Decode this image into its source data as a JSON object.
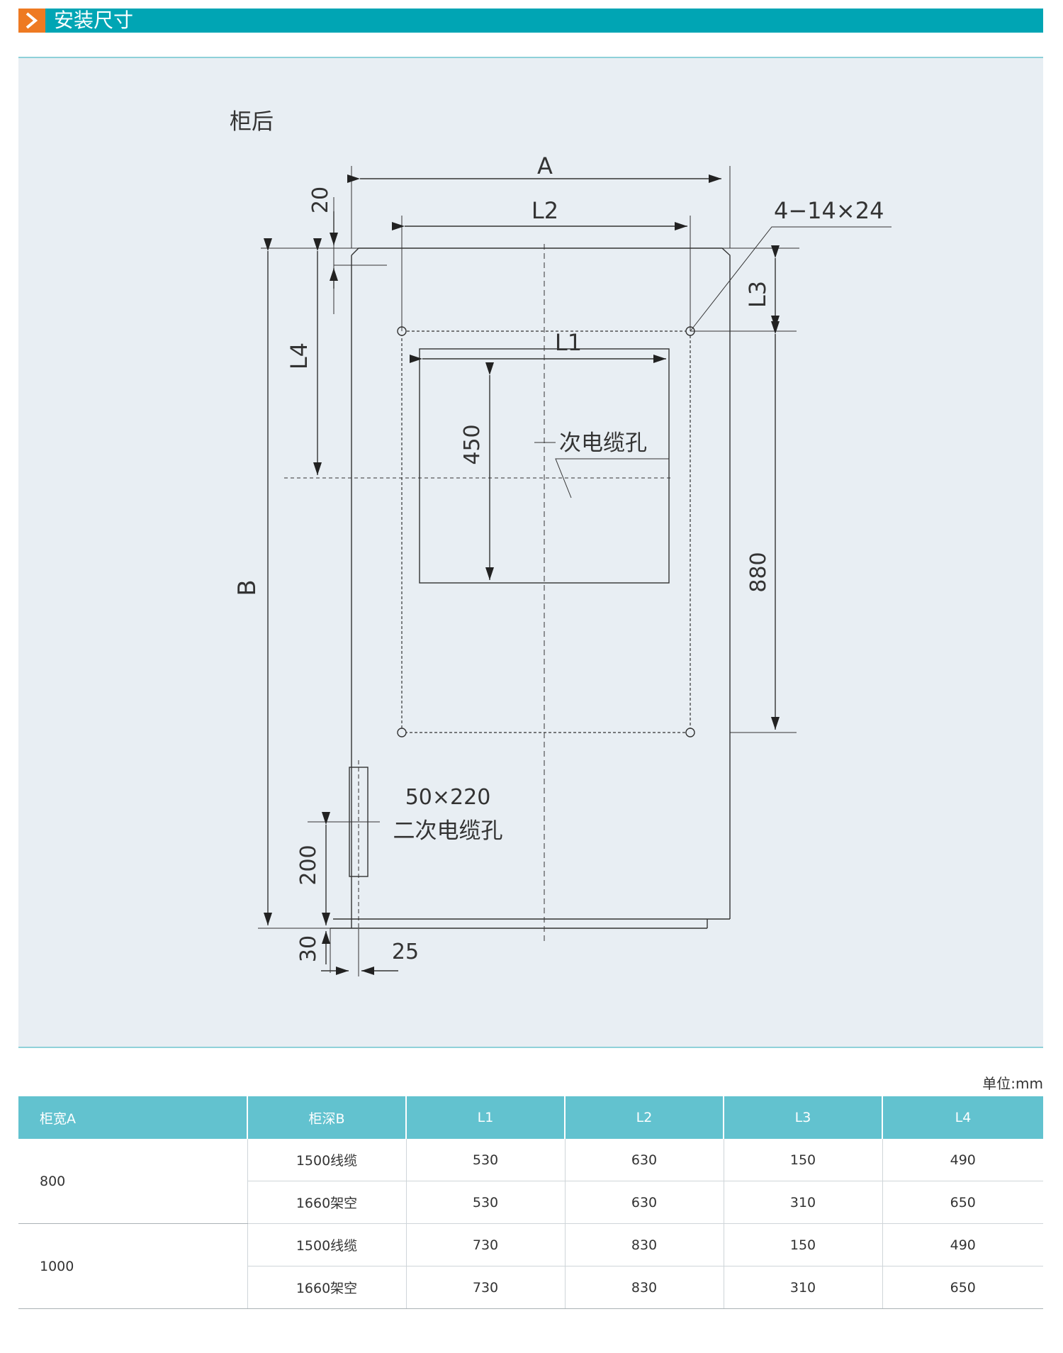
{
  "header": {
    "title": "安装尺寸",
    "icon": "chevron-right-icon",
    "accent": "#00a5b4",
    "icon_color": "#ee7a22"
  },
  "diagram": {
    "view_label": "柜后",
    "dims": {
      "A": "A",
      "B": "B",
      "L1": "L1",
      "L2": "L2",
      "L3": "L3",
      "L4": "L4",
      "d20": "20",
      "d450": "450",
      "d880": "880",
      "d200": "200",
      "d30": "30",
      "d25": "25",
      "holes": "4−14×24",
      "primary_hole": "次电缆孔",
      "secondary_size": "50×220",
      "secondary_hole": "二次电缆孔"
    }
  },
  "table": {
    "unit": "单位:mm",
    "headers": [
      "柜宽A",
      "柜深B",
      "L1",
      "L2",
      "L3",
      "L4"
    ],
    "groups": [
      {
        "width": "800",
        "rows": [
          {
            "depth": "1500线缆",
            "l1": "530",
            "l2": "630",
            "l3": "150",
            "l4": "490"
          },
          {
            "depth": "1660架空",
            "l1": "530",
            "l2": "630",
            "l3": "310",
            "l4": "650"
          }
        ]
      },
      {
        "width": "1000",
        "rows": [
          {
            "depth": "1500线缆",
            "l1": "730",
            "l2": "830",
            "l3": "150",
            "l4": "490"
          },
          {
            "depth": "1660架空",
            "l1": "730",
            "l2": "830",
            "l3": "310",
            "l4": "650"
          }
        ]
      }
    ]
  }
}
